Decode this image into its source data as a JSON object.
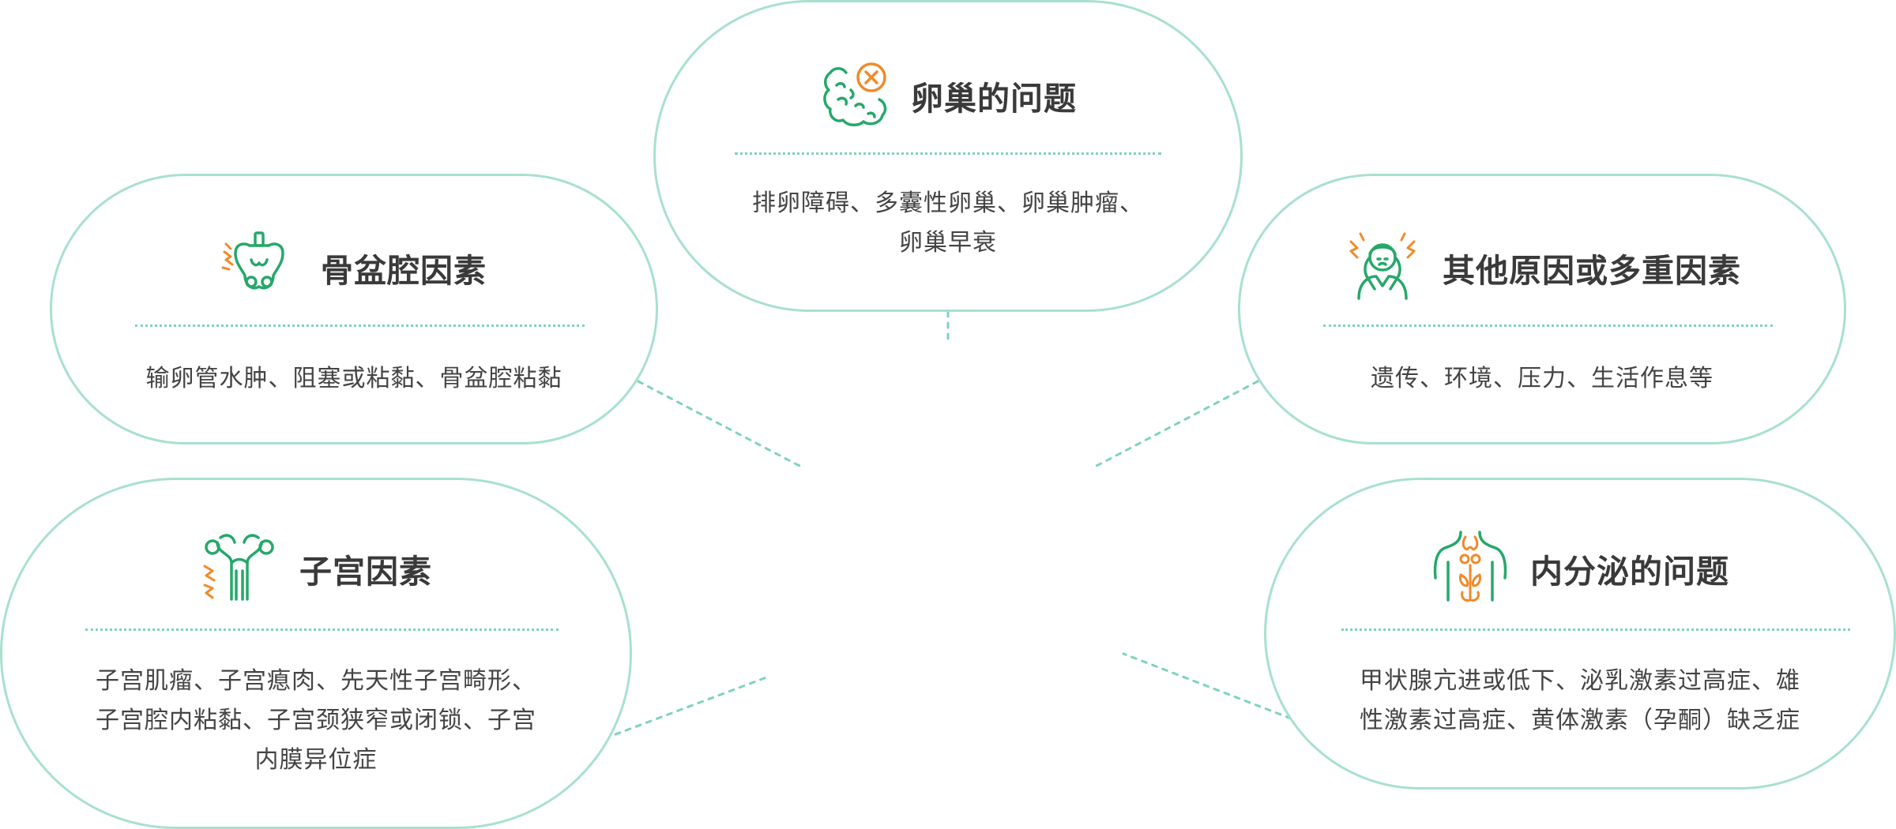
{
  "colors": {
    "border": "#a8e0cf",
    "dots": "#7fd3b8",
    "icon_green": "#26a86a",
    "icon_orange": "#f08a2a",
    "text": "#3d3d3d"
  },
  "cards": {
    "ovary": {
      "icon": "ovary-cyst-icon",
      "title": "卵巢的问题",
      "desc": [
        "排卵障碍、多囊性卵巢、卵巢肿瘤、",
        "卵巢早衰"
      ]
    },
    "pelvic": {
      "icon": "pelvis-pain-icon",
      "title": "骨盆腔因素",
      "desc": [
        "输卵管水肿、阻塞或粘黏、骨盆腔粘黏"
      ]
    },
    "other": {
      "icon": "stressed-person-icon",
      "title": "其他原因或多重因素",
      "desc": [
        "遗传、环境、压力、生活作息等"
      ]
    },
    "uterus": {
      "icon": "uterus-pain-icon",
      "title": "子宫因素",
      "desc": [
        "子宫肌瘤、子宫瘜肉、先天性子宫畸形、",
        "子宫腔内粘黏、子宫颈狭窄或闭锁、子宫",
        "内膜异位症"
      ]
    },
    "endocrine": {
      "icon": "endocrine-gland-icon",
      "title": "内分泌的问题",
      "desc": [
        "甲状腺亢进或低下、泌乳激素过高症、雄",
        "性激素过高症、黄体激素（孕酮）缺乏症"
      ]
    }
  }
}
